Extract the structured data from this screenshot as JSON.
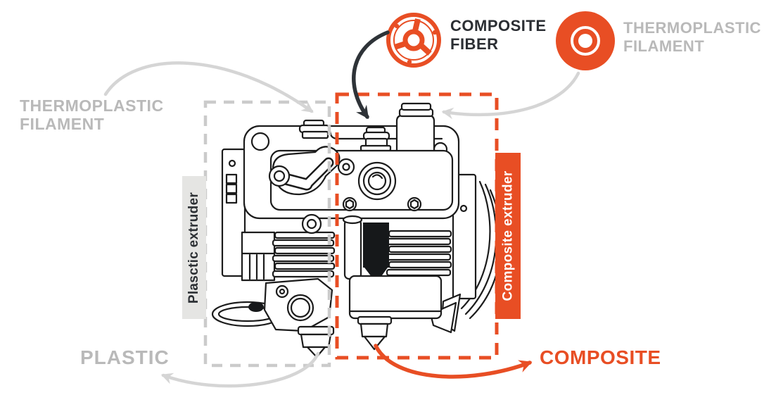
{
  "diagram": {
    "legend": {
      "composite_fiber": {
        "line1": "COMPOSITE",
        "line2": "FIBER"
      },
      "thermoplastic_filament": {
        "line1": "THERMOPLASTIC",
        "line2": "FILAMENT"
      }
    },
    "callouts": {
      "thermoplastic_filament_left": {
        "line1": "THERMOPLASTIC",
        "line2": "FILAMENT"
      },
      "plastic_extruder_tag": "Plasctic extruder",
      "composite_extruder_tag": "Composite extruder",
      "plastic_output": "PLASTIC",
      "composite_output": "COMPOSITE"
    },
    "icons": {
      "composite_fiber_spool": "composite-fiber-spool-icon",
      "thermoplastic_spool": "thermoplastic-filament-spool-icon"
    },
    "colors": {
      "accent_orange": "#e84e24",
      "gray_text": "#b9b9b9",
      "dark_text": "#2b2e33",
      "gray_arrow": "#d5d5d5",
      "gray_dashed_box": "#cbcbcb",
      "plastic_tag_bg": "#e5e5e3",
      "line_art": "#1c1c1c"
    }
  }
}
